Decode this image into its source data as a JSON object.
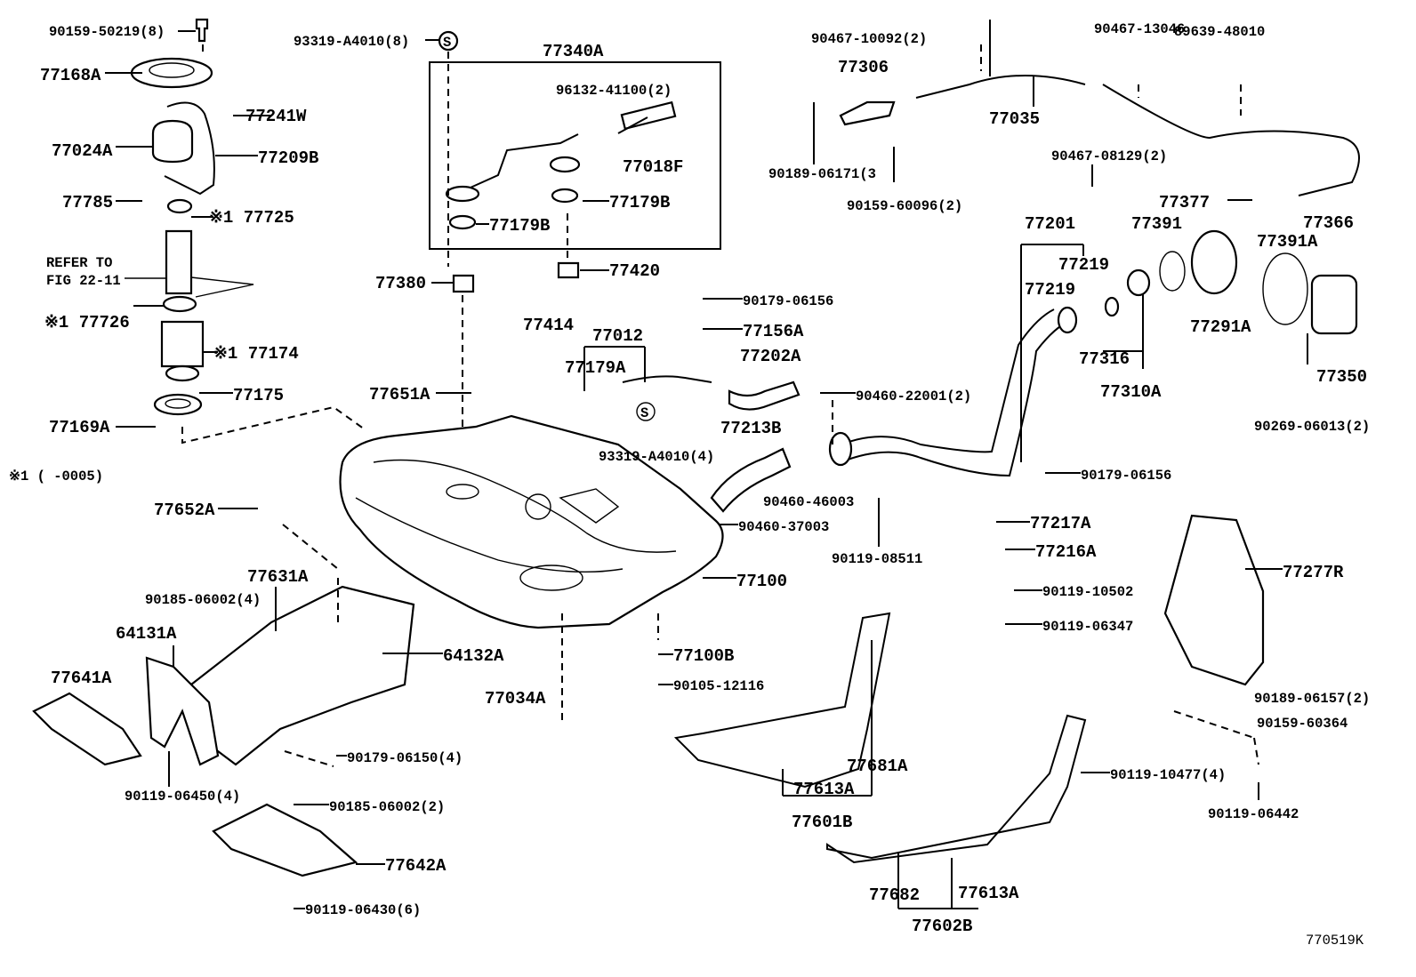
{
  "figure_code": "770519K",
  "note_footnote": "※1 (   -0005)",
  "refer_note": [
    "REFER TO",
    "FIG 22-11"
  ],
  "labels": [
    "90159-50219(8)",
    "77168A",
    "77241W",
    "77024A",
    "77209B",
    "77785",
    "※1 77725",
    "※1 77726",
    "※1 77174",
    "77175",
    "77169A",
    "93319-A4010(8)",
    "77340A",
    "96132-41100(2)",
    "77018F",
    "77179B",
    "77179B",
    "77420",
    "77380",
    "90179-06156",
    "77414",
    "77012",
    "77156A",
    "77179A",
    "77202A",
    "77651A",
    "90460-22001(2)",
    "77213B",
    "93319-A4010(4)",
    "90179-06156",
    "90460-46003",
    "77652A",
    "90460-37003",
    "77217A",
    "77216A",
    "90119-08511",
    "77631A",
    "77100",
    "77277R",
    "90185-06002(4)",
    "90119-10502",
    "90119-06347",
    "64131A",
    "64132A",
    "77100B",
    "77641A",
    "90105-12116",
    "77034A",
    "90189-06157(2)",
    "90159-60364",
    "90179-06150(4)",
    "77681A",
    "90119-10477(4)",
    "77613A",
    "90119-06450(4)",
    "90185-06002(2)",
    "90119-06442",
    "77601B",
    "77642A",
    "77682",
    "77613A",
    "90119-06430(6)",
    "77602B",
    "90467-10092(2)",
    "77306",
    "77035",
    "90467-13046",
    "89639-48010",
    "90189-06171(3",
    "90159-60096(2)",
    "90467-08129(2)",
    "77377",
    "77201",
    "77391",
    "77366",
    "77391A",
    "77219",
    "77219",
    "77291A",
    "77316",
    "77350",
    "77310A",
    "90269-06013(2)"
  ],
  "symbols": {
    "s_marker": "S"
  }
}
